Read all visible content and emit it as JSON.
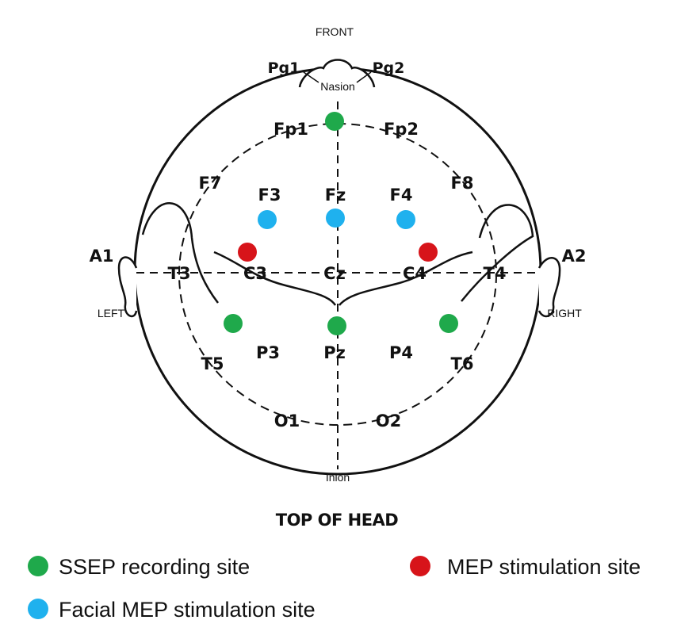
{
  "labels": {
    "front": "FRONT",
    "left": "LEFT",
    "right": "RIGHT",
    "nasion": "Nasion",
    "inion": "Inion",
    "title": "TOP OF HEAD"
  },
  "electrodes": {
    "pg1": "Pg1",
    "pg2": "Pg2",
    "fp1": "Fp1",
    "fp2": "Fp2",
    "f7": "F7",
    "f3": "F3",
    "fz": "Fz",
    "f4": "F4",
    "f8": "F8",
    "a1": "A1",
    "t3": "T3",
    "c3": "C3",
    "cz": "Cz",
    "c4": "C4",
    "t4": "T4",
    "a2": "A2",
    "t5": "T5",
    "p3": "P3",
    "pz": "Pz",
    "p4": "P4",
    "t6": "T6",
    "o1": "O1",
    "o2": "O2"
  },
  "legend": {
    "ssep": "SSEP recording site",
    "mep": "MEP stimulation site",
    "facial": "Facial MEP stimulation site"
  },
  "colors": {
    "ssep": "#1fa94b",
    "mep": "#d7141a",
    "facial": "#1fb1ee"
  }
}
